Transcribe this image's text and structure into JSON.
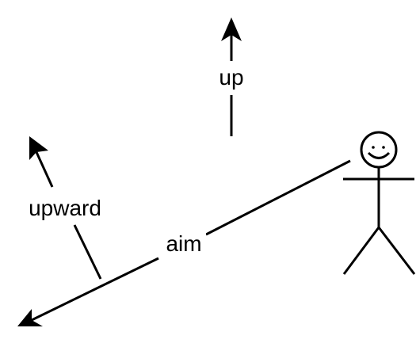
{
  "labels": {
    "up": "up",
    "upward": "upward",
    "aim": "aim"
  },
  "colors": {
    "stroke": "#000000",
    "background": "#ffffff"
  }
}
